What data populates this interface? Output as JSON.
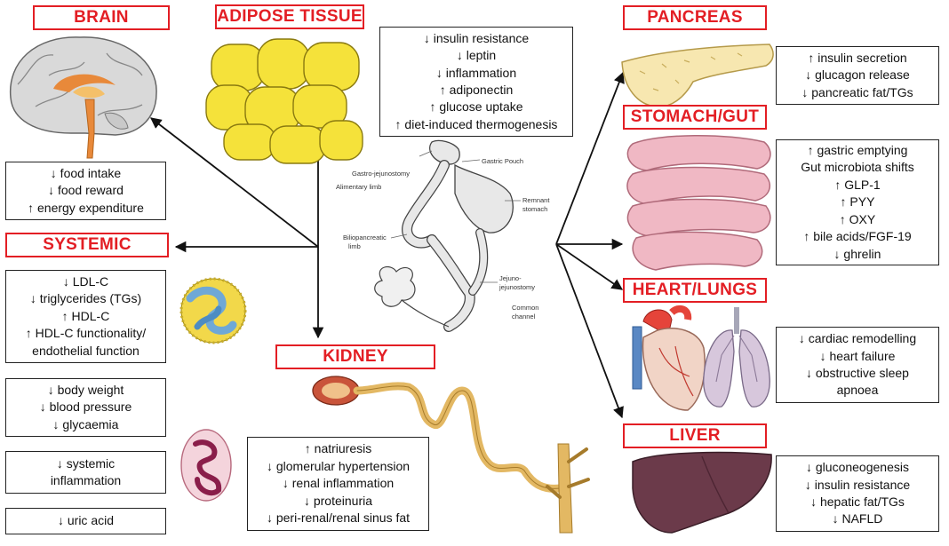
{
  "titles": {
    "brain": "BRAIN",
    "adipose": "ADIPOSE TISSUE",
    "pancreas": "PANCREAS",
    "stomach_gut": "STOMACH/GUT",
    "systemic": "SYSTEMIC",
    "heart_lungs": "HEART/LUNGS",
    "kidney": "KIDNEY",
    "liver": "LIVER"
  },
  "boxes": {
    "adipose": [
      "↓ insulin resistance",
      "↓ leptin",
      "↓ inflammation",
      "↑ adiponectin",
      "↑ glucose uptake",
      "↑ diet-induced thermogenesis"
    ],
    "brain": [
      "↓ food intake",
      "↓ food reward",
      "↑ energy expenditure"
    ],
    "systemic_lipids": [
      "↓ LDL-C",
      "↓ triglycerides (TGs)",
      "↑ HDL-C",
      "↑ HDL-C functionality/",
      "endothelial function"
    ],
    "systemic_metabolic": [
      "↓ body weight",
      "↓ blood pressure",
      "↓ glycaemia"
    ],
    "systemic_inflammation": [
      "↓ systemic",
      "inflammation"
    ],
    "systemic_uric": [
      "↓ uric acid"
    ],
    "kidney": [
      "↑ natriuresis",
      "↓ glomerular hypertension",
      "↓ renal inflammation",
      "↓ proteinuria",
      "↓ peri-renal/renal sinus fat"
    ],
    "pancreas": [
      "↑ insulin secretion",
      "↓ glucagon release",
      "↓ pancreatic fat/TGs"
    ],
    "stomach_gut": [
      "↑ gastric emptying",
      "Gut microbiota shifts",
      "↑ GLP-1",
      "↑ PYY",
      "↑ OXY",
      "↑ bile acids/FGF-19",
      "↓ ghrelin"
    ],
    "heart_lungs": [
      "↓ cardiac remodelling",
      "↓ heart failure",
      "↓ obstructive sleep",
      "apnoea"
    ],
    "liver": [
      "↓ gluconeogenesis",
      "↓ insulin resistance",
      "↓ hepatic fat/TGs",
      "↓ NAFLD"
    ]
  },
  "surgery_labels": {
    "gastric_pouch": "Gastric Pouch",
    "gastro_jejunostomy": "Gastro-jejunostomy",
    "alimentary_limb": "Alimentary limb",
    "remnant": "Remnant",
    "stomach": "stomach",
    "biliopancreatic": "Biliopancreatic",
    "limb": "limb",
    "jejuno": "Jejuno-",
    "jejunostomy": "jejunostomy",
    "common": "Common",
    "channel": "channel"
  },
  "colors": {
    "title_red": "#e31e24",
    "fat_yellow": "#f5e23a",
    "gut_pink": "#f0b8c4",
    "liver_brown": "#6b3a4a",
    "pancreas_cream": "#f7e7b0"
  },
  "icons": [
    "brain-illustration",
    "adipose-illustration",
    "pancreas-illustration",
    "intestine-illustration",
    "lipoprotein-illustration",
    "heart-illustration",
    "lungs-illustration",
    "nephron-illustration",
    "cell-illustration",
    "liver-illustration",
    "bypass-diagram"
  ]
}
